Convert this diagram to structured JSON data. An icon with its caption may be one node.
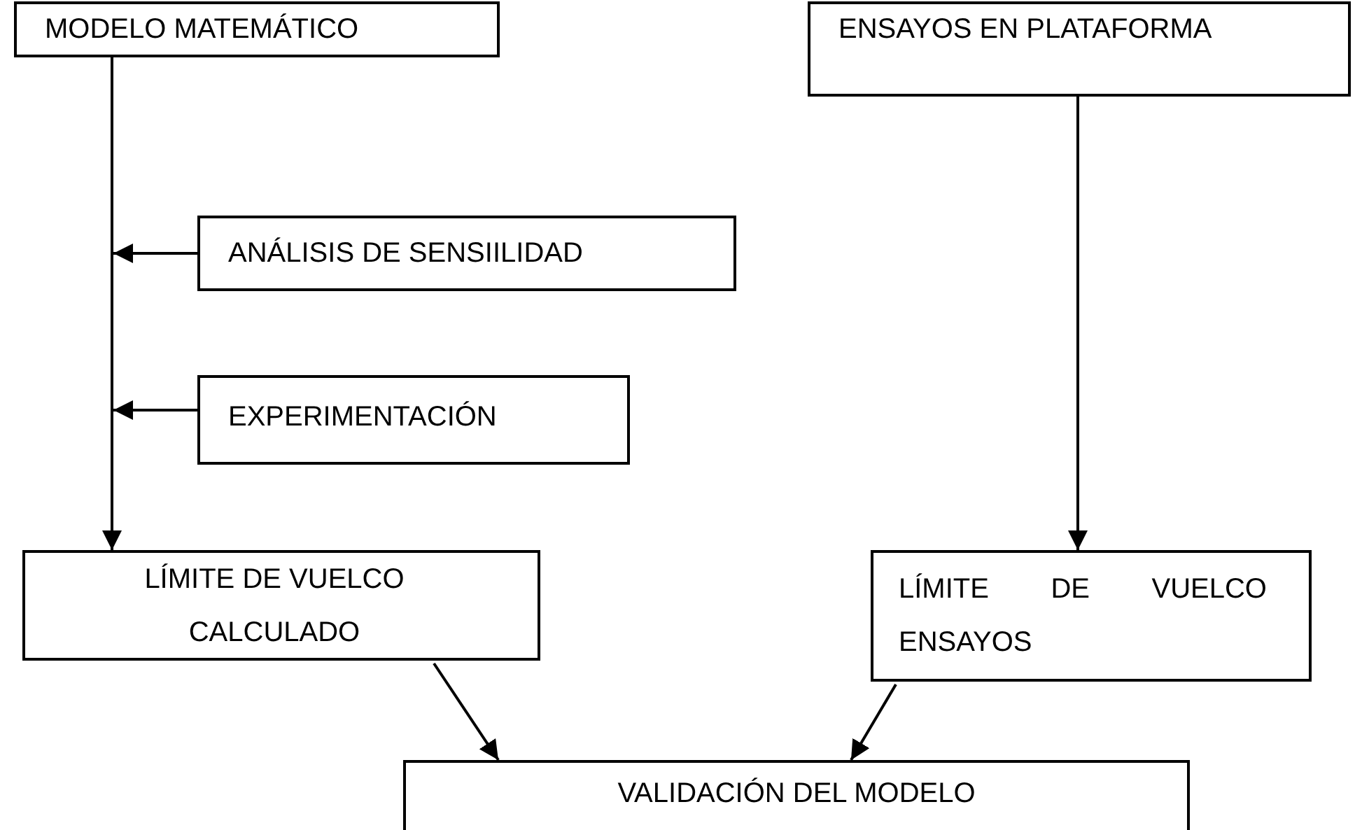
{
  "diagram": {
    "nodes": [
      {
        "text": [
          "MODELO MATEMÁTICO"
        ]
      },
      {
        "text": [
          "ENSAYOS EN PLATAFORMA"
        ]
      },
      {
        "text": [
          "ANÁLISIS DE SENSIILIDAD"
        ]
      },
      {
        "text": [
          "EXPERIMENTACIÓN"
        ]
      },
      {
        "text": [
          "LÍMITE DE VUELCO CALCULADO"
        ]
      },
      {
        "text": [
          "LÍMITE DE VUELCO ENSAYOS"
        ]
      },
      {
        "text": [
          "VALIDACIÓN DEL MODELO"
        ]
      }
    ],
    "edges": [
      {
        "from": 0,
        "to": 4,
        "arrow": "to"
      },
      {
        "from": 2,
        "to": null,
        "arrow": "to"
      },
      {
        "from": 3,
        "to": null,
        "arrow": "to"
      },
      {
        "from": 1,
        "to": 5,
        "arrow": "to"
      },
      {
        "from": 4,
        "to": 6,
        "arrow": "to"
      },
      {
        "from": 5,
        "to": 6,
        "arrow": "to"
      }
    ]
  }
}
